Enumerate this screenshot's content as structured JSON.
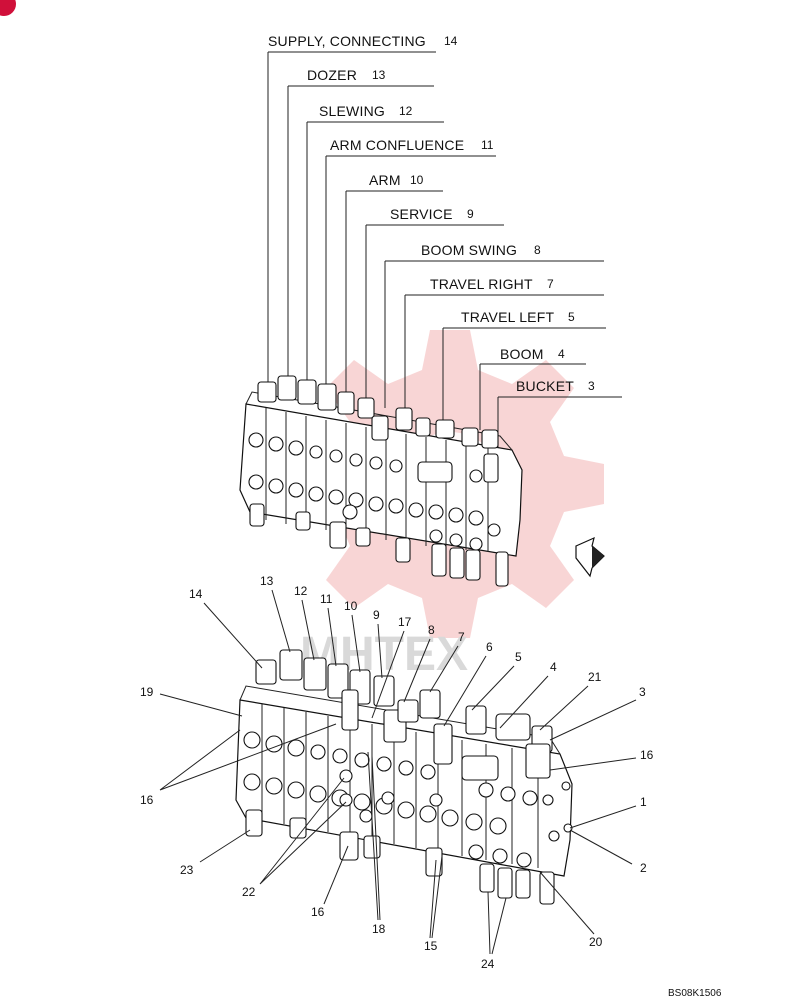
{
  "diagram": {
    "top_labels": [
      {
        "id": "14",
        "text": "SUPPLY, CONNECTING",
        "number": "14"
      },
      {
        "id": "13",
        "text": "DOZER",
        "number": "13"
      },
      {
        "id": "12",
        "text": "SLEWING",
        "number": "12"
      },
      {
        "id": "11",
        "text": "ARM CONFLUENCE",
        "number": "11"
      },
      {
        "id": "10",
        "text": "ARM",
        "number": "10"
      },
      {
        "id": "9",
        "text": "SERVICE",
        "number": "9"
      },
      {
        "id": "8",
        "text": "BOOM SWING",
        "number": "8"
      },
      {
        "id": "7",
        "text": "TRAVEL RIGHT",
        "number": "7"
      },
      {
        "id": "5",
        "text": "TRAVEL LEFT",
        "number": "5"
      },
      {
        "id": "4",
        "text": "BOOM",
        "number": "4"
      },
      {
        "id": "3",
        "text": "BUCKET",
        "number": "3"
      }
    ],
    "callouts": [
      "14",
      "13",
      "12",
      "11",
      "10",
      "9",
      "17",
      "8",
      "7",
      "6",
      "5",
      "4",
      "21",
      "3",
      "19",
      "16",
      "16",
      "1",
      "2",
      "23",
      "22",
      "16",
      "18",
      "15",
      "24",
      "20"
    ],
    "watermark_text": "MHTEX",
    "drawing_code": "BS08K1506"
  }
}
